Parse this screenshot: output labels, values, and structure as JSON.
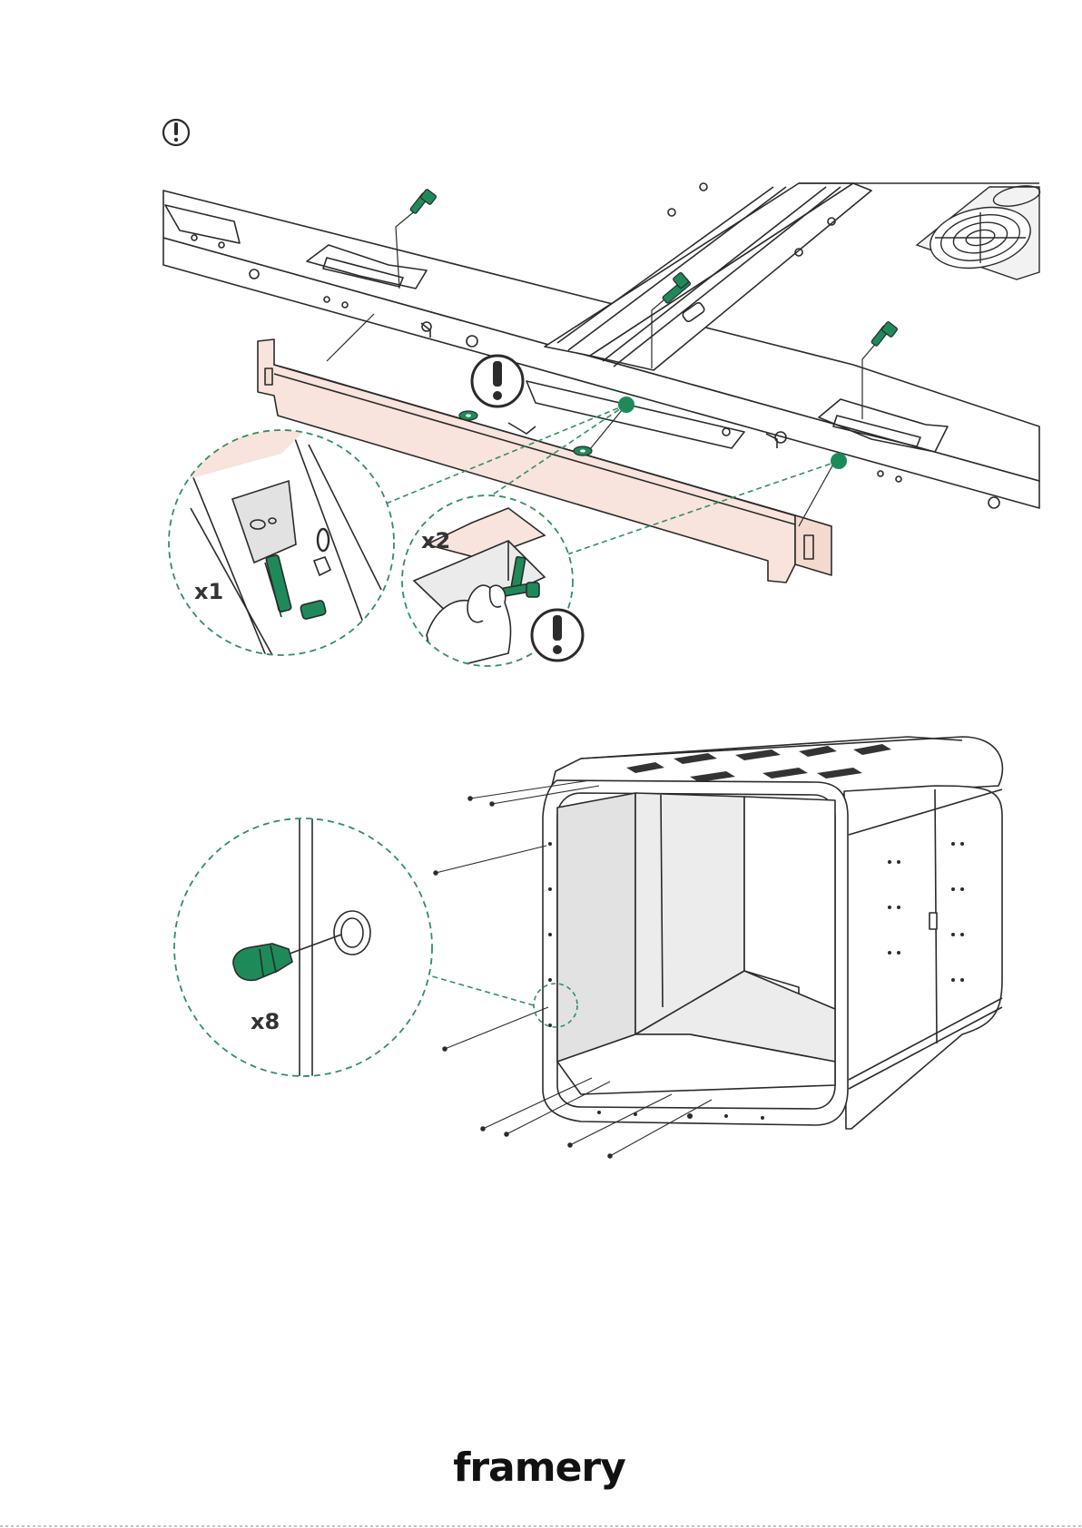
{
  "step1": {
    "qty_bolt_detail": "x1",
    "qty_screw_detail": "x2"
  },
  "step2": {
    "qty_plug_detail": "x8"
  },
  "footer": {
    "brand": "framery"
  },
  "colors": {
    "accent_green": "#1e8a5a",
    "callout_dash": "#2f8f65",
    "wood": "#f8e4dc",
    "line": "#2b2b2b",
    "panel_gray": "#e2e2e2"
  },
  "icons": [
    "warning-icon",
    "fan-icon",
    "hand-icon"
  ]
}
